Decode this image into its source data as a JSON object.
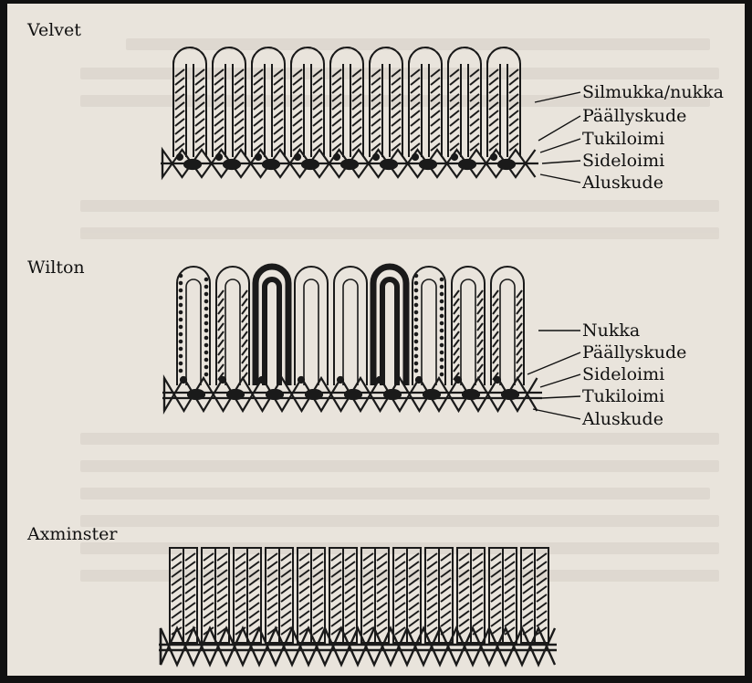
{
  "diagrams": [
    {
      "title": "Velvet",
      "labels": [
        "Silmukka/nukka",
        "Päällyskude",
        "Tukiloimi",
        "Sideloimi",
        "Aluskude"
      ]
    },
    {
      "title": "Wilton",
      "labels": [
        "Nukka",
        "Päällyskude",
        "Sideloimi",
        "Tukiloimi",
        "Aluskude"
      ]
    },
    {
      "title": "Axminster",
      "labels": []
    }
  ]
}
